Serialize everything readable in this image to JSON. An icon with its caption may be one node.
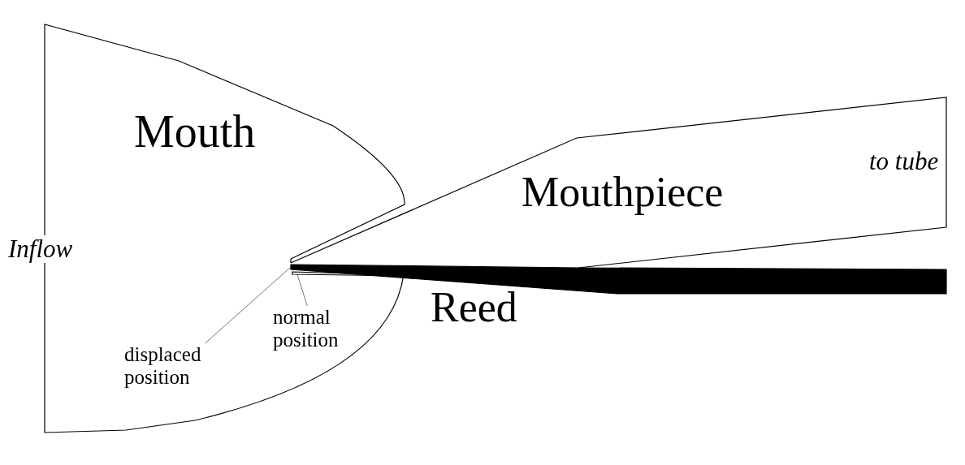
{
  "diagram": {
    "nodes": [
      {
        "text": [
          "Mouth"
        ]
      },
      {
        "text": [
          "Mouthpiece"
        ]
      },
      {
        "text": [
          "Reed"
        ]
      },
      {
        "text": [
          "displaced position"
        ],
        "in": 0
      },
      {
        "text": [
          "normal position"
        ],
        "in": 0
      },
      {
        "text": [],
        "shape": "bar",
        "in": 0
      }
    ],
    "edges": [
      {
        "from": 3,
        "to": 2,
        "arrow": "none"
      },
      {
        "from": 4,
        "to": 5,
        "arrow": "none"
      }
    ],
    "labels": [
      "Inflow",
      "to tube"
    ]
  }
}
